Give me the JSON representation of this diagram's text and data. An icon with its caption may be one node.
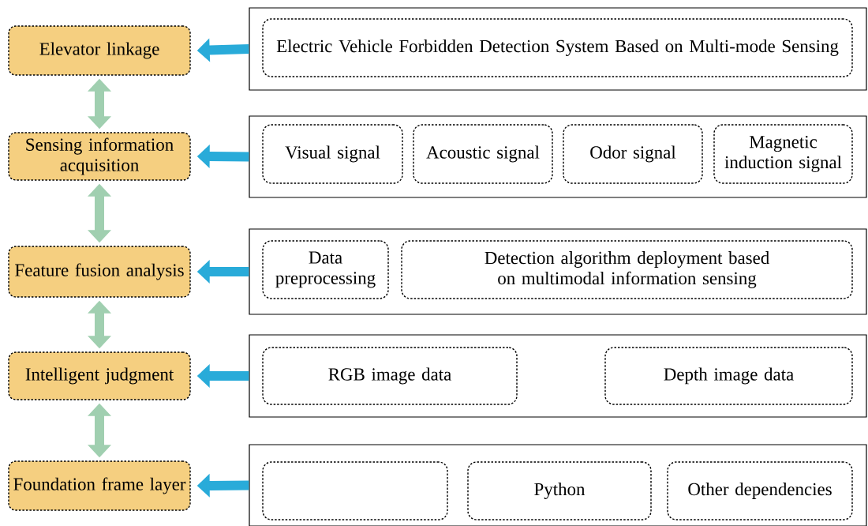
{
  "diagram": {
    "nodes": [
      {
        "text": [
          "Elevator linkage"
        ]
      },
      {
        "text": [],
        "shape": "box"
      },
      {
        "text": [
          "Electric Vehicle Forbidden Detection System Based on Multi-mode Sensing"
        ],
        "in": 1
      },
      {
        "text": [
          "Sensing information acquisition"
        ]
      },
      {
        "text": [],
        "shape": "box"
      },
      {
        "text": [
          "Visual signal"
        ],
        "in": 4
      },
      {
        "text": [
          "Acoustic signal"
        ],
        "in": 4
      },
      {
        "text": [
          "Odor signal"
        ],
        "in": 4
      },
      {
        "text": [
          "Magnetic induction signal"
        ],
        "in": 4
      },
      {
        "text": [
          "Feature fusion analysis"
        ]
      },
      {
        "text": [],
        "shape": "box"
      },
      {
        "text": [
          "Data preprocessing"
        ],
        "in": 10
      },
      {
        "text": [
          "Detection algorithm deployment based on multimodal information sensing"
        ],
        "in": 10
      },
      {
        "text": [
          "Intelligent judgment"
        ]
      },
      {
        "text": [],
        "shape": "box"
      },
      {
        "text": [
          "RGB image data"
        ],
        "in": 14
      },
      {
        "text": [
          "Depth image data"
        ],
        "in": 14
      },
      {
        "text": [
          "Foundation frame layer"
        ]
      },
      {
        "text": [],
        "shape": "box"
      },
      {
        "text": [],
        "shape": "box",
        "in": 18
      },
      {
        "text": [
          "Python"
        ],
        "in": 18
      },
      {
        "text": [
          "Other dependencies"
        ],
        "in": 18
      }
    ],
    "edges": [
      {
        "from": 1,
        "to": 0,
        "arrow": "to",
        "color": "#29abd9"
      },
      {
        "from": 4,
        "to": 3,
        "arrow": "to",
        "color": "#29abd9"
      },
      {
        "from": 10,
        "to": 9,
        "arrow": "to",
        "color": "#29abd9"
      },
      {
        "from": 14,
        "to": 13,
        "arrow": "to",
        "color": "#29abd9"
      },
      {
        "from": 18,
        "to": 17,
        "arrow": "to",
        "color": "#29abd9"
      },
      {
        "from": 0,
        "to": 3,
        "arrow": "both",
        "color": "#a0cfb0"
      },
      {
        "from": 3,
        "to": 9,
        "arrow": "both",
        "color": "#a0cfb0"
      },
      {
        "from": 9,
        "to": 13,
        "arrow": "both",
        "color": "#a0cfb0"
      },
      {
        "from": 13,
        "to": 17,
        "arrow": "both",
        "color": "#a0cfb0"
      }
    ]
  }
}
